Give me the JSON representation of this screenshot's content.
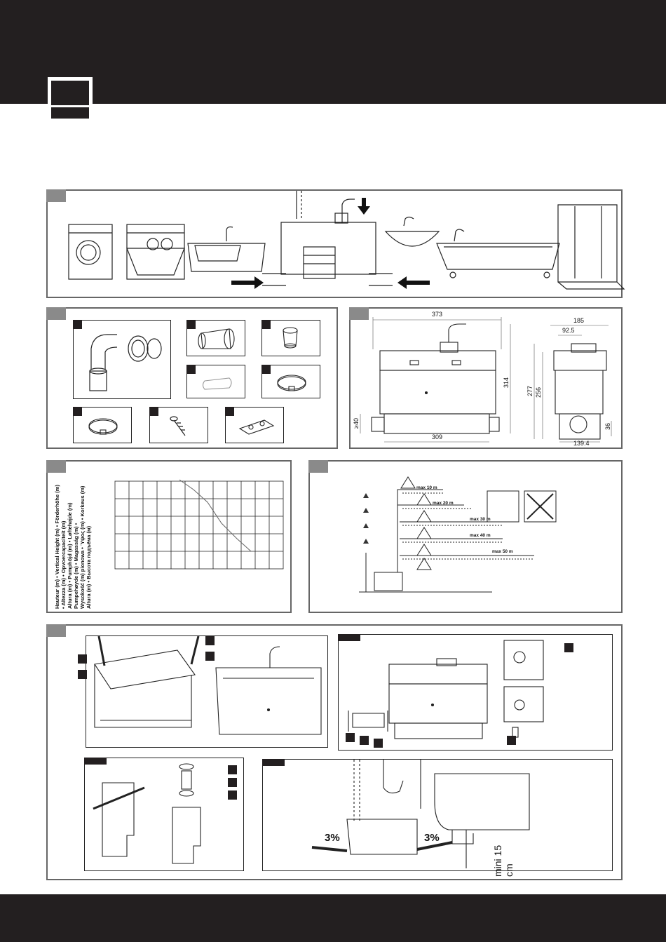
{
  "dimensions": {
    "front_width_top": "373",
    "front_height": "314",
    "front_width_bottom": "309",
    "front_inlet_height": "≥40",
    "side_width_top": "185",
    "side_half_width": "92.5",
    "side_total_height": "277",
    "side_body_height": "256",
    "side_outlet_height": "36",
    "side_width_bottom": "139.4"
  },
  "head_axis_label": [
    "Hauteur (m) • Vertical Height (m) • Förderhöhe (m)",
    "• Altezza (m) • Opvoercapaciteit (m)",
    "Altura (m) • Pumphöjd (m) • Løftehøjde (m)",
    "Pumpehøyde (m) • Magasság (m) •",
    "Wysokość (m) pionowa • Ύψος (m) • Korkeus (m)",
    "Altura (m) • Высота подъёма (м)"
  ],
  "distance_labels": [
    "max 10 m",
    "max 20 m",
    "max 30 m",
    "max 40 m",
    "max 50 m"
  ],
  "slope_left": "3%",
  "slope_right": "3%",
  "min_height_label": "mini",
  "min_height_value": "15 cm"
}
